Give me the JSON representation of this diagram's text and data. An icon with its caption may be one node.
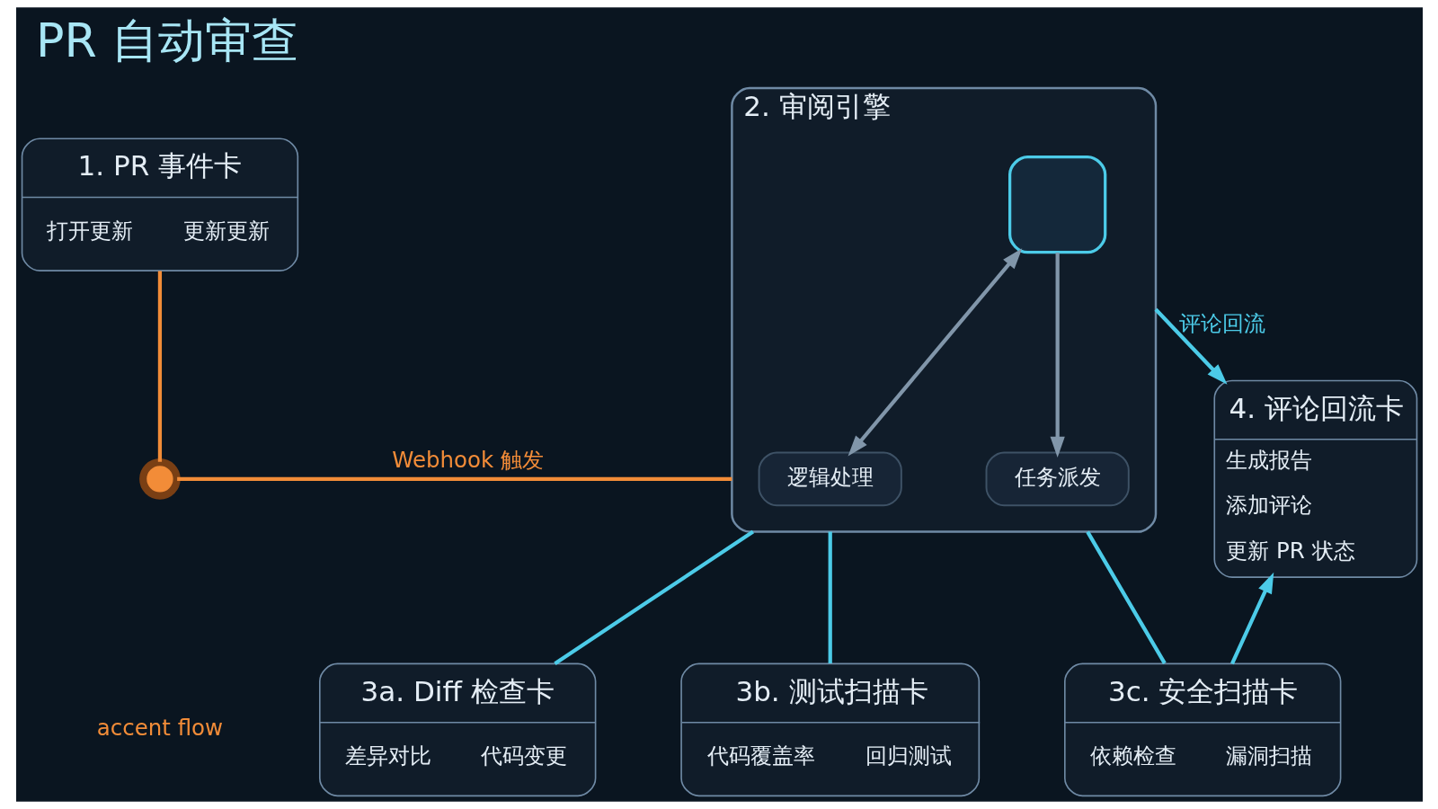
{
  "diagram": {
    "title": "PR 自动审查",
    "nodes": [
      {
        "text": [
          "1. PR 事件卡",
          "打开更新",
          "更新更新"
        ]
      },
      {
        "text": [],
        "shape": "circle"
      },
      {
        "text": [
          "2. 审阅引擎"
        ]
      },
      {
        "text": [],
        "shape": "box",
        "in": 2
      },
      {
        "text": [
          "逻辑处理"
        ],
        "in": 2
      },
      {
        "text": [
          "任务派发"
        ],
        "in": 2
      },
      {
        "text": [
          "4. 评论回流卡",
          "生成报告",
          "添加评论",
          "更新 PR 状态"
        ]
      },
      {
        "text": [
          "3a. Diff 检查卡",
          "差异对比",
          "代码变更"
        ]
      },
      {
        "text": [
          "3b. 测试扫描卡",
          "代码覆盖率",
          "回归测试"
        ]
      },
      {
        "text": [
          "3c. 安全扫描卡",
          "依赖检查",
          "漏洞扫描"
        ]
      }
    ],
    "edges": [
      {
        "from": 0,
        "to": 1,
        "arrow": "none",
        "color": "#f28c38"
      },
      {
        "from": 1,
        "to": 2,
        "arrow": "none",
        "label": "Webhook 触发",
        "color": "#f28c38"
      },
      {
        "from": 2,
        "to": 6,
        "arrow": "to",
        "label": "评论回流"
      },
      {
        "from": 2,
        "to": 7,
        "arrow": "none"
      },
      {
        "from": 2,
        "to": 8,
        "arrow": "none"
      },
      {
        "from": 2,
        "to": 9,
        "arrow": "none"
      },
      {
        "from": 9,
        "to": 6,
        "arrow": "to"
      },
      {
        "from": 3,
        "to": 4,
        "arrow": "both",
        "color": "#8196aa"
      },
      {
        "from": 3,
        "to": 5,
        "arrow": "to",
        "color": "#8196aa"
      }
    ],
    "labels": [
      "accent flow"
    ]
  }
}
